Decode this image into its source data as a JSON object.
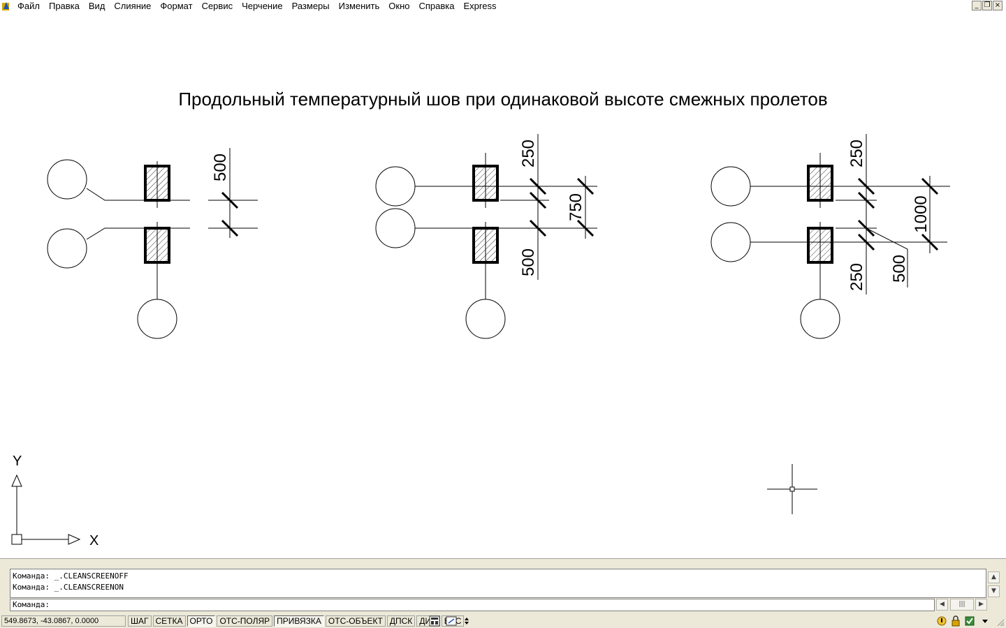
{
  "menu": {
    "items": [
      "Файл",
      "Правка",
      "Вид",
      "Слияние",
      "Формат",
      "Сервис",
      "Черчение",
      "Размеры",
      "Изменить",
      "Окно",
      "Справка",
      "Express"
    ]
  },
  "window_controls": {
    "minimize": "_",
    "restore": "❐",
    "close": "×"
  },
  "drawing": {
    "title": "Продольный температурный шов при одинаковой высоте смежных пролетов",
    "dims": {
      "d1_500": "500",
      "d2_250": "250",
      "d2_750": "750",
      "d2_500": "500",
      "d3_250_top": "250",
      "d3_1000": "1000",
      "d3_250_bottom": "250",
      "d3_500": "500"
    },
    "ucs": {
      "x_label": "X",
      "y_label": "Y"
    }
  },
  "command": {
    "history": [
      "Команда: _.CLEANSCREENOFF",
      "Команда: _.CLEANSCREENON"
    ],
    "prompt": "Команда:"
  },
  "status": {
    "coords": "549.8673, -43.0867, 0.0000",
    "toggles": [
      {
        "label": "ШАГ",
        "on": false
      },
      {
        "label": "СЕТКА",
        "on": false
      },
      {
        "label": "ОРТО",
        "on": true
      },
      {
        "label": "ОТС-ПОЛЯР",
        "on": false
      },
      {
        "label": "ПРИВЯЗКА",
        "on": true
      },
      {
        "label": "ОТС-ОБЪЕКТ",
        "on": false
      },
      {
        "label": "ДПСК",
        "on": false
      },
      {
        "label": "ДИН",
        "on": false
      },
      {
        "label": "ВЕС",
        "on": false
      }
    ]
  },
  "colors": {
    "workspace": "#ffffff",
    "chrome": "#ece9d8",
    "ink": "#000000"
  }
}
